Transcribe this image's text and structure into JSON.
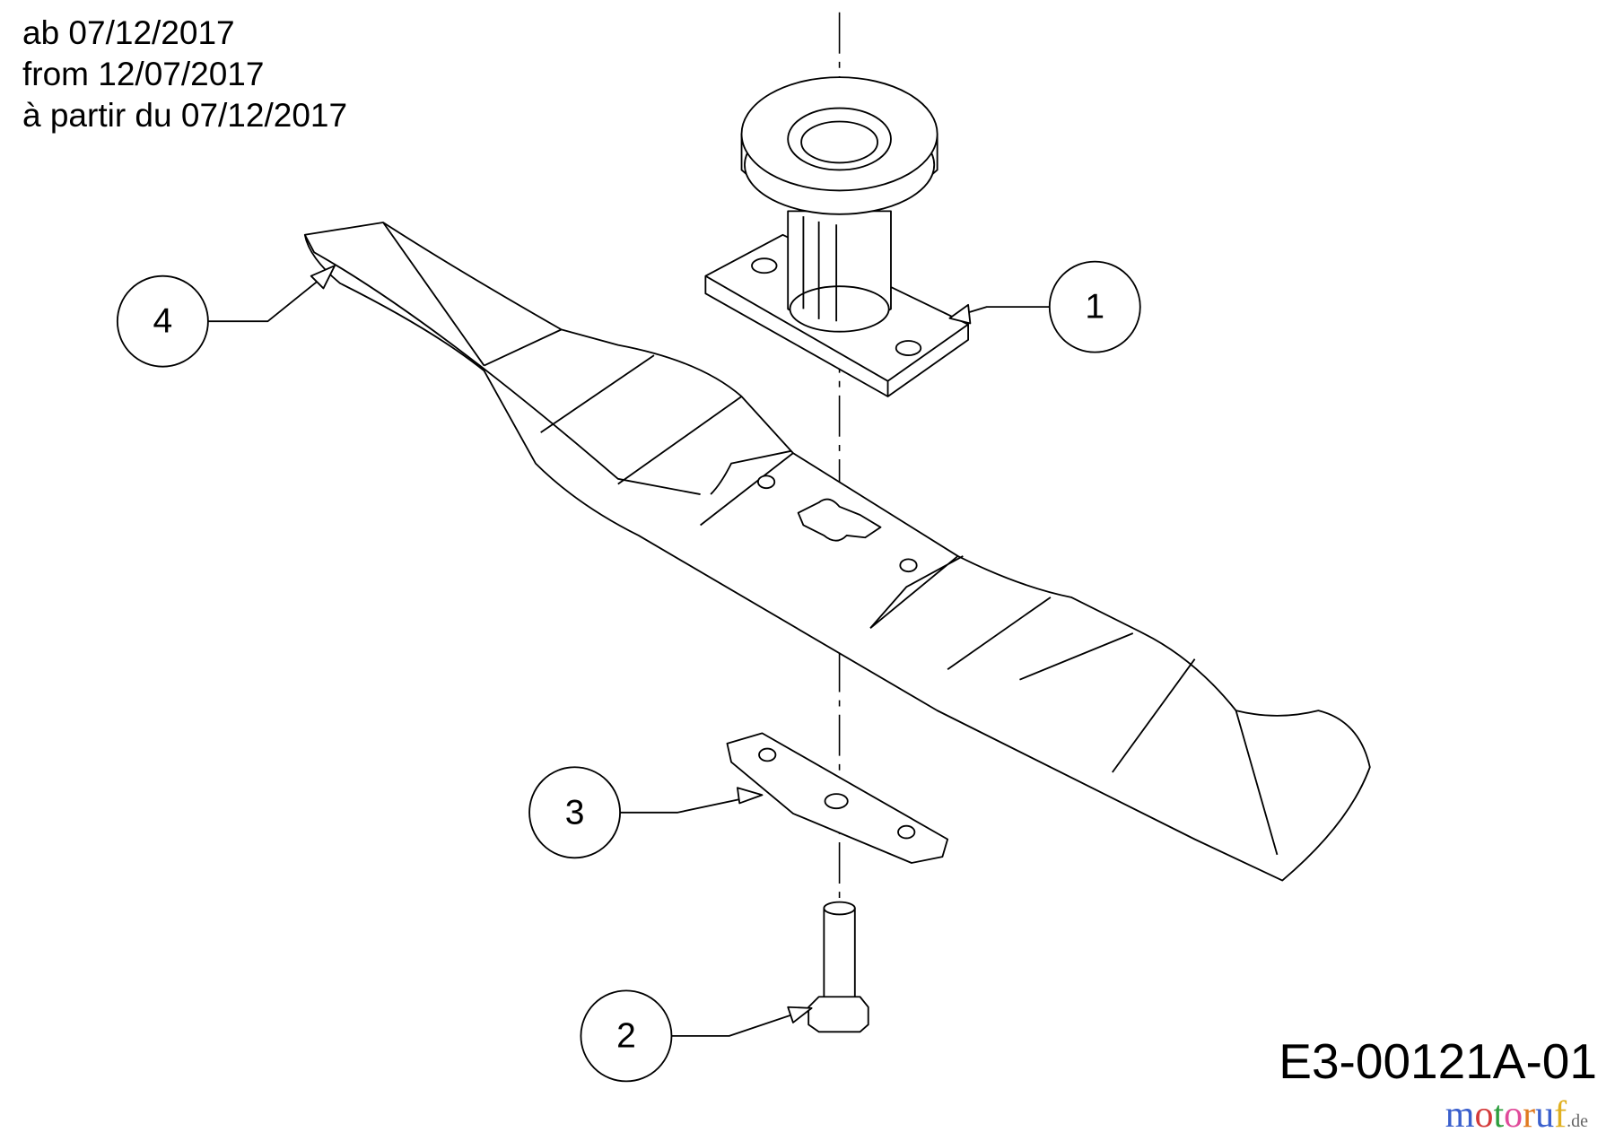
{
  "validity_notes": [
    "ab 07/12/2017",
    "from 12/07/2017",
    "à partir du 07/12/2017"
  ],
  "drawing_code": "E3-00121A-01",
  "watermark": {
    "text": "motoruf",
    "suffix": ".de",
    "colors": [
      "#3a5fcd",
      "#d43a3a",
      "#2e9e3e",
      "#e04a9a",
      "#e07a20",
      "#3a5fcd",
      "#e0b020"
    ]
  },
  "callouts": [
    {
      "number": "1",
      "part": "pulley-spindle"
    },
    {
      "number": "2",
      "part": "blade-bolt"
    },
    {
      "number": "3",
      "part": "blade-retainer"
    },
    {
      "number": "4",
      "part": "mower-blade"
    }
  ]
}
